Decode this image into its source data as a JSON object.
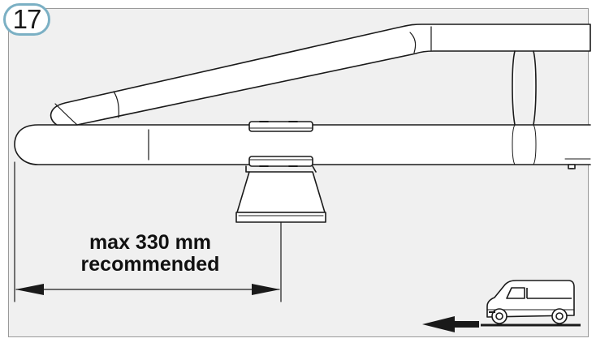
{
  "step": {
    "number": "17"
  },
  "measurement": {
    "line1": "max 330 mm",
    "line2": "recommended"
  },
  "icons": {
    "vehicle": "van-icon",
    "direction": "arrow-left-icon"
  },
  "colors": {
    "badge_border": "#7bb0c4",
    "background": "#f0f0f0",
    "line": "#1a1a1a"
  }
}
